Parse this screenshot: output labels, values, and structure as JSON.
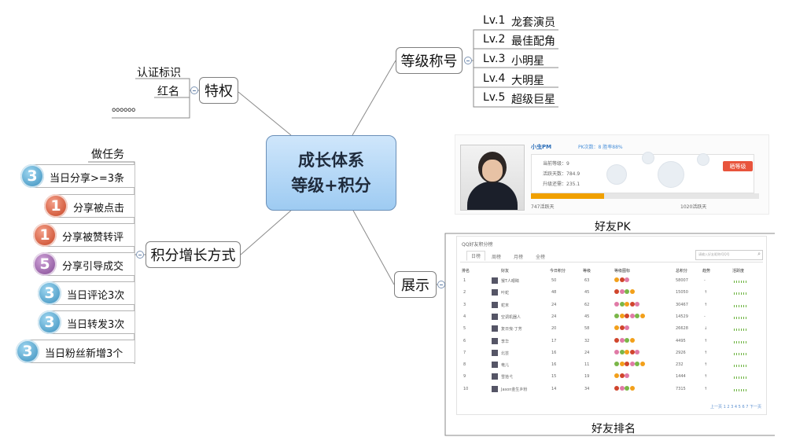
{
  "center": {
    "line1": "成长体系",
    "line2": "等级+积分"
  },
  "branches": {
    "level_title": "等级称号",
    "privilege": "特权",
    "points_growth": "积分增长方式",
    "display": "展示"
  },
  "levels": [
    {
      "lv": "Lv.1",
      "name": "龙套演员"
    },
    {
      "lv": "Lv.2",
      "name": "最佳配角"
    },
    {
      "lv": "Lv.3",
      "name": "小明星"
    },
    {
      "lv": "Lv.4",
      "name": "大明星"
    },
    {
      "lv": "Lv.5",
      "name": "超级巨星"
    }
  ],
  "privileges": [
    "认证标识",
    "红名",
    "。。。。。。"
  ],
  "tasks_header": "做任务",
  "tasks": [
    {
      "points": "3",
      "text": "当日分享>=3条",
      "color": "blue"
    },
    {
      "points": "1",
      "text": "分享被点击",
      "color": "red"
    },
    {
      "points": "1",
      "text": "分享被赞转评",
      "color": "red"
    },
    {
      "points": "5",
      "text": "分享引导成交",
      "color": "purple"
    },
    {
      "points": "3",
      "text": "当日评论3次",
      "color": "blue"
    },
    {
      "points": "3",
      "text": "当日转发3次",
      "color": "blue"
    },
    {
      "points": "3",
      "text": "当日粉丝新增3个",
      "color": "blue"
    }
  ],
  "displays": {
    "pk_caption": "好友PK",
    "rank_caption": "好友排名"
  },
  "pk_panel": {
    "name": "小虫PM",
    "pk_stats": "PK次数：8  胜率88%",
    "current_level": "当前等级：9",
    "active_days": "活跃天数：784.9",
    "upgrade_remaining": "升级还需：235.1",
    "button": "晒等级",
    "progress": 0.32,
    "left_days": "747活跃天",
    "right_days": "1020活跃天"
  },
  "rank_panel": {
    "title": "QQ好友积分榜",
    "tabs": [
      "日榜",
      "周榜",
      "月榜",
      "全榜"
    ],
    "search_placeholder": "请输入好友昵称/QQ号",
    "headers": [
      "排名",
      "好友",
      "今日积分",
      "等级",
      "等级图标",
      "总积分",
      "趋势",
      "活跃度"
    ],
    "rows": [
      {
        "rank": "1",
        "name": "猴T人眼睛",
        "today": "50",
        "level": "63",
        "total": "58007",
        "trend": "-"
      },
      {
        "rank": "2",
        "name": "叶蛇",
        "today": "48",
        "level": "45",
        "total": "15050",
        "trend": "↑"
      },
      {
        "rank": "3",
        "name": "蛇末",
        "today": "24",
        "level": "62",
        "total": "30467",
        "trend": "↑"
      },
      {
        "rank": "4",
        "name": "空调机器人",
        "today": "24",
        "level": "45",
        "total": "14529",
        "trend": "-"
      },
      {
        "rank": "5",
        "name": "复日曳·丁芳",
        "today": "20",
        "level": "58",
        "total": "26628",
        "trend": "↓"
      },
      {
        "rank": "6",
        "name": "李华",
        "today": "17",
        "level": "32",
        "total": "4495",
        "trend": "↑"
      },
      {
        "rank": "7",
        "name": "北芸",
        "today": "16",
        "level": "24",
        "total": "2926",
        "trend": "↑"
      },
      {
        "rank": "8",
        "name": "竜儿",
        "today": "16",
        "level": "11",
        "total": "232",
        "trend": "↑"
      },
      {
        "rank": "9",
        "name": "雪拾弋",
        "today": "15",
        "level": "19",
        "total": "1444",
        "trend": "↑"
      },
      {
        "rank": "10",
        "name": "Jason金生乡粉",
        "today": "14",
        "level": "34",
        "total": "7315",
        "trend": "↑"
      }
    ],
    "pager": "上一页  1  2  3  4  5  6  7  下一页"
  }
}
